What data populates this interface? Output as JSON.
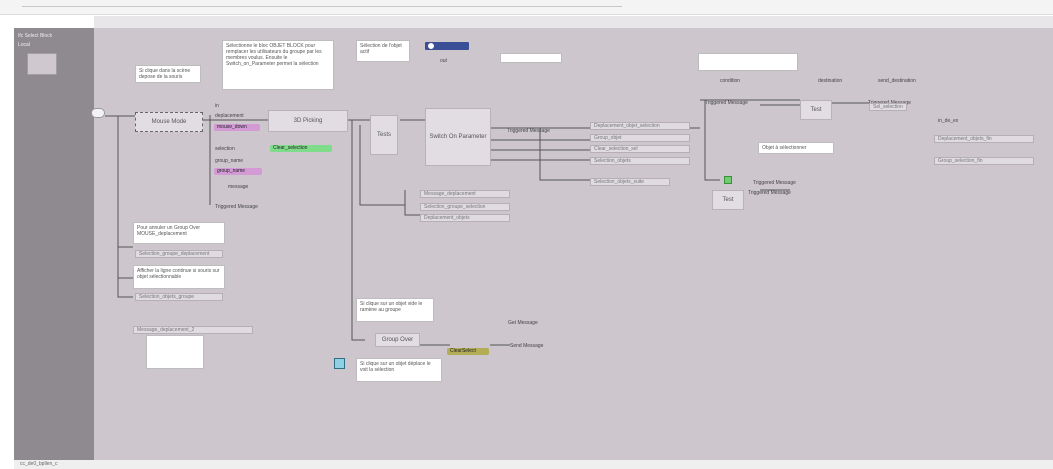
{
  "window": {
    "sidebar_title": "Ifc Select Block",
    "statusbar": "cc_de0_bpllen_c"
  },
  "sidebar": {
    "items": [
      {
        "label": "Local"
      }
    ]
  },
  "nodes": {
    "mouse_mode": "Mouse Mode",
    "3d_picking": "3D Picking",
    "switch_on_parameter": "Switch On Parameter",
    "test_1": "Test",
    "test_2": "Test",
    "group_over": "Group Over",
    "small_block": "Tests"
  },
  "pills": {
    "pink_1": "mouse_down",
    "pink_2": "group_name",
    "green_1": "Clear_selection",
    "olive_1": "ClearSelect"
  },
  "labels": {
    "triggered_message_1": "Triggered Message",
    "triggered_message_2": "Triggered Message",
    "triggered_message_3": "Triggered Message",
    "triggered_message_4": "Triggered Message",
    "triggered_message_5": "Triggered Message",
    "triggered_message_6": "Triggered Message",
    "send_message": "Send Message",
    "get_message": "Get Message",
    "in": "in",
    "out": "out",
    "deplacement": "deplacement",
    "selection": "selection",
    "group_name": "group_name",
    "message": "message",
    "test_cond": "condition",
    "dest_ext": "destination",
    "send_ext": "send_destination",
    "in_de_ex": "in_de_ex"
  },
  "comments": {
    "c1": "Si clique dans la scène depose de la souris",
    "c2": "Sélectionne le bloc OBJET BLOCK pour remplacer les utilisateurs du groupe par les membres voulus. Ensuite le Switch_on_Parameter permet la sélection",
    "c3": "Sélection de l'objet actif",
    "c4": "",
    "c5": "",
    "c6": "Objet à sélectionner",
    "c7": "Pour annuler un Group Over MOUSE_deplacement",
    "c8": "Afficher la ligne continue si souris sur objet sélectionnable",
    "c9": "",
    "c10": "Si clique sur un objet vide le ramène au groupe",
    "c11": "Si clique sur un objet déplace le voit la sélection"
  },
  "bars": {
    "b1": "Deplacement_objet_selection",
    "b2": "Group_objet",
    "b3": "Clear_selection_sel",
    "b4": "Selection_objets",
    "b5": "Selection_objets_suite",
    "b6": "Message_deplacement",
    "b7": "Selection_groupe_selection",
    "b8": "Deplacement_objets",
    "b9": "Selection_groupe_deplacement",
    "b10": "Selection_objets_groupe",
    "b11": "Message_deplacement_2",
    "b12": "Deplacement_objets_fin",
    "b13": "Group_selection_fin",
    "b14": "Sel_selection"
  }
}
